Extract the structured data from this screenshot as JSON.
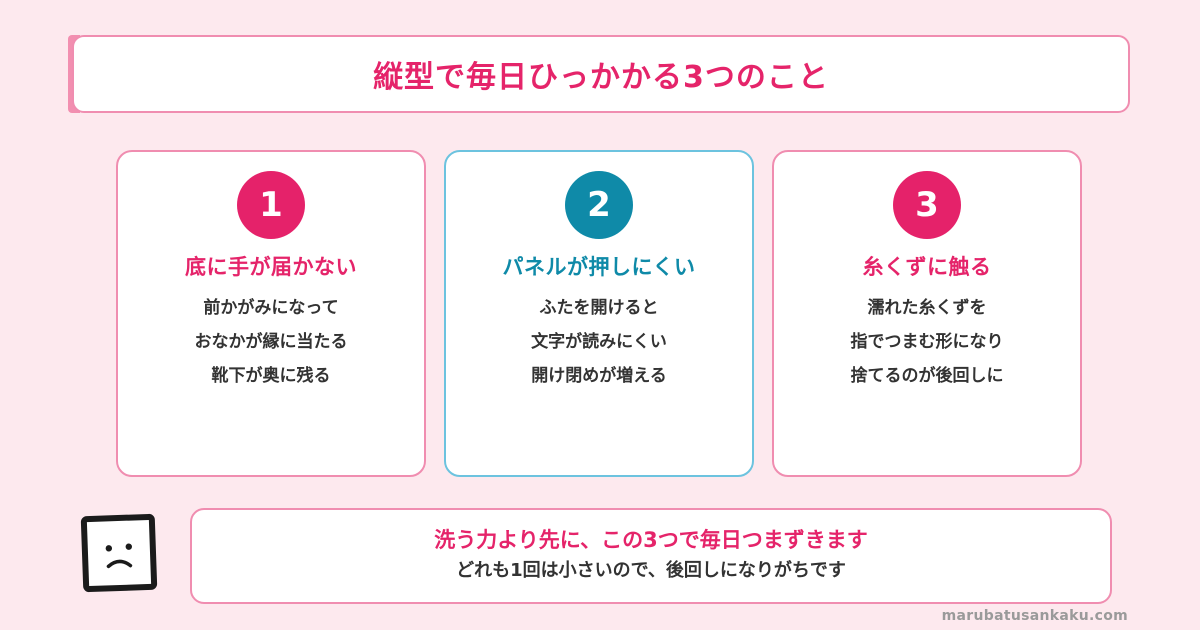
{
  "title": "縦型で毎日ひっかかる3つのこと",
  "cards": [
    {
      "number": "1",
      "heading": "底に手が届かない",
      "lines": [
        "前かがみになって",
        "おなかが縁に当たる",
        "靴下が奥に残る"
      ]
    },
    {
      "number": "2",
      "heading": "パネルが押しにくい",
      "lines": [
        "ふたを開けると",
        "文字が読みにくい",
        "開け閉めが増える"
      ]
    },
    {
      "number": "3",
      "heading": "糸くずに触る",
      "lines": [
        "濡れた糸くずを",
        "指でつまむ形になり",
        "捨てるのが後回しに"
      ]
    }
  ],
  "message": {
    "main": "洗う力より先に、この3つで毎日つまずきます",
    "sub": "どれも1回は小さいので、後回しになりがちです"
  },
  "site": "marubatusankaku.com",
  "icons": {
    "face": "sad-face-icon"
  },
  "colors": {
    "accent_pink": "#e5246a",
    "accent_blue": "#0f8aa8",
    "border_pink": "#f08db0",
    "border_blue": "#6cc3df",
    "background": "#fde9ee"
  }
}
